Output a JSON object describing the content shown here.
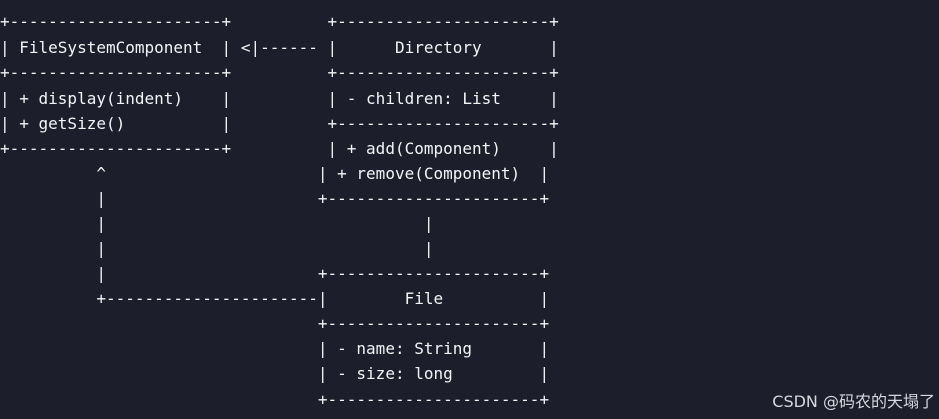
{
  "diagram": {
    "lines": [
      "+----------------------+          +----------------------+",
      "| FileSystemComponent  | <|------ |      Directory       |",
      "+----------------------+          +----------------------+",
      "| + display(indent)    |          | - children: List     |",
      "| + getSize()          |          +----------------------+",
      "+----------------------+          | + add(Component)     |",
      "          ^                      | + remove(Component)  |",
      "          |                      +----------------------+",
      "          |                                 |",
      "          |                                 |",
      "          |                      +----------------------+",
      "          +----------------------|        File          |",
      "                                 +----------------------+",
      "                                 | - name: String       |",
      "                                 | - size: long         |",
      "                                 +----------------------+"
    ]
  },
  "watermark": "CSDN @码农的天塌了"
}
